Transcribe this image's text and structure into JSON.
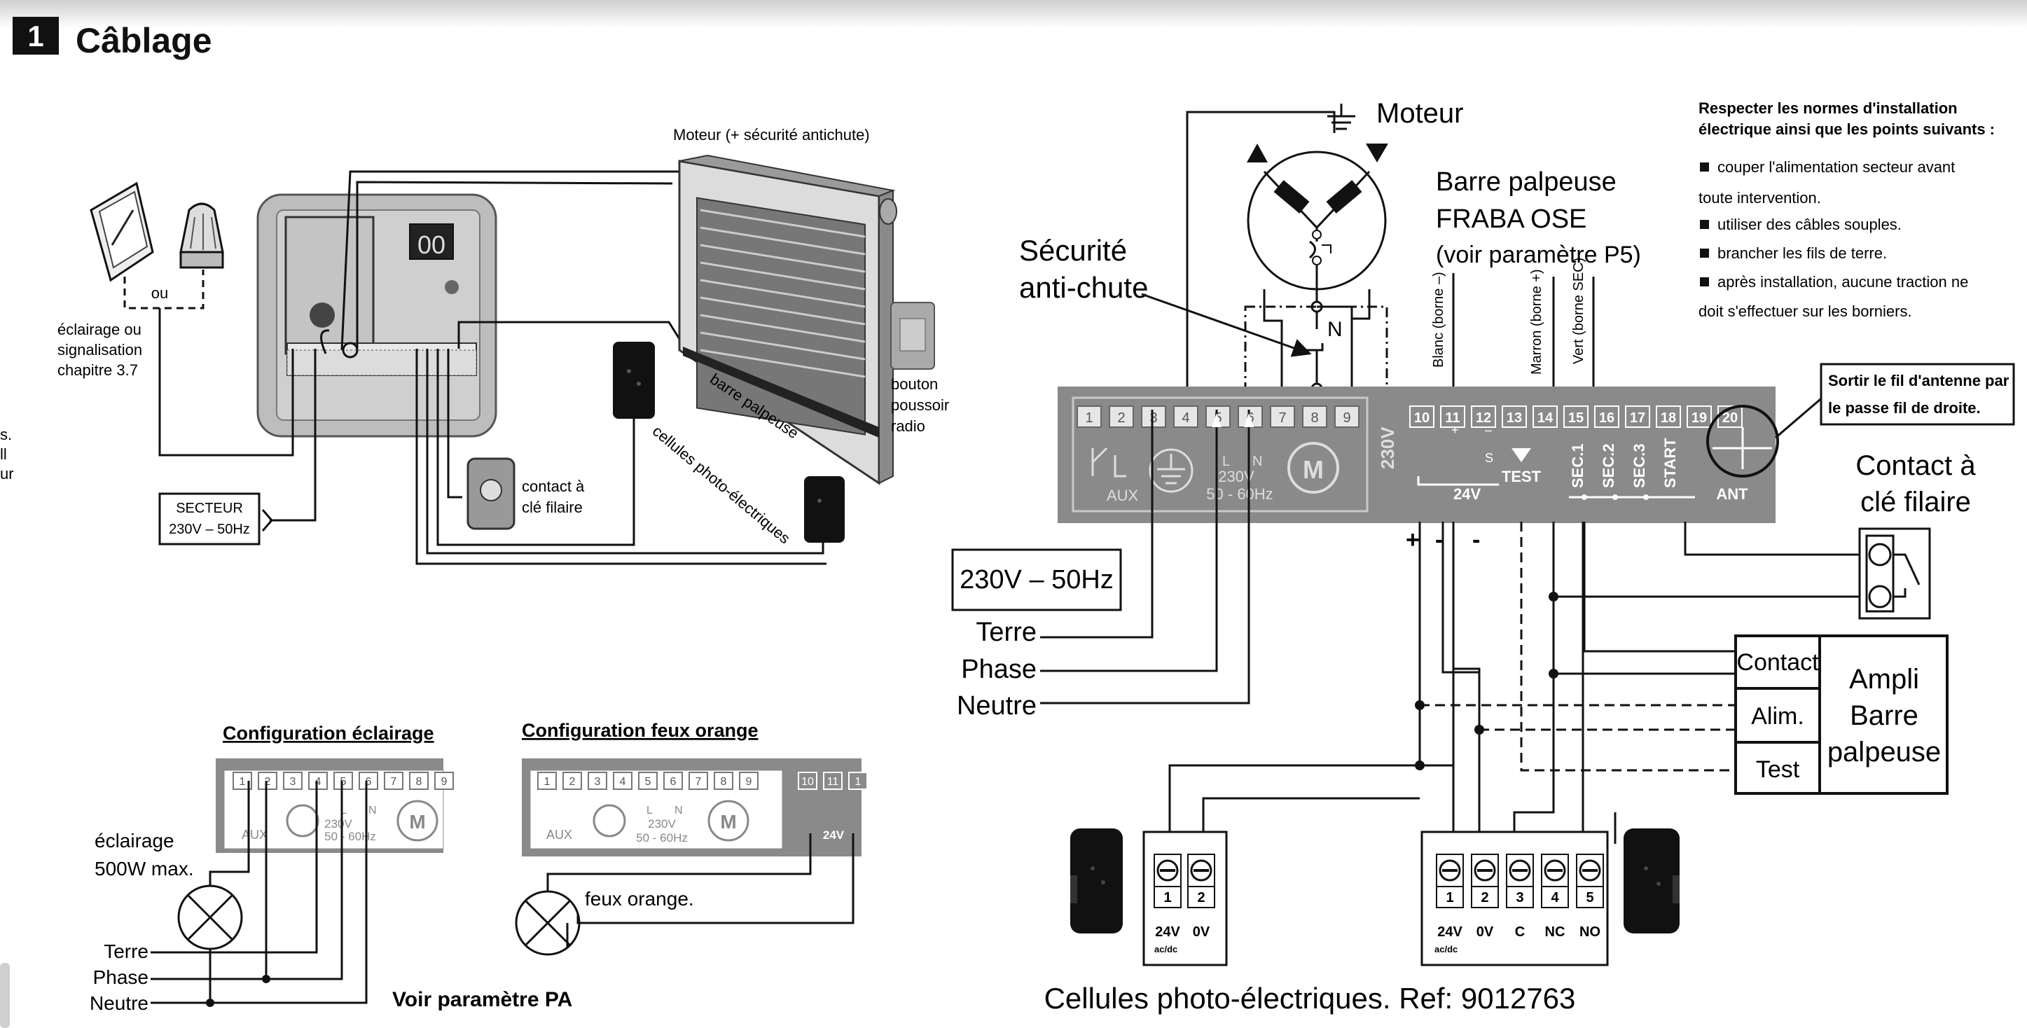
{
  "header": {
    "section_number": "1",
    "title": "Câblage"
  },
  "left_diagram": {
    "motor_label": "Moteur (+ sécurité antichute)",
    "or_label": "ou",
    "lighting_label": [
      "éclairage ou",
      "signalisation",
      "chapitre 3.7"
    ],
    "mains_label": [
      "SECTEUR",
      "230V – 50Hz"
    ],
    "key_contact_label": [
      "contact à",
      "clé filaire"
    ],
    "edge_label": "barre palpeuse",
    "cells_label": "cellules photo-électriques",
    "radio_button_label": [
      "bouton",
      "poussoir",
      "radio"
    ],
    "display_digits": "00",
    "cut_text": [
      "s.",
      "ll",
      "ur"
    ]
  },
  "config_lighting": {
    "title": "Configuration éclairage",
    "terminals": [
      "1",
      "2",
      "3",
      "4",
      "5",
      "6",
      "7",
      "8",
      "9"
    ],
    "aux_label": "AUX",
    "voltage_label": "230V",
    "freq_label": "50 - 60Hz",
    "ln_labels": [
      "L",
      "N"
    ],
    "motor_symbol": "M",
    "lamp_label": [
      "éclairage",
      "500W max."
    ],
    "wire_labels": [
      "Terre",
      "Phase",
      "Neutre"
    ]
  },
  "config_orange": {
    "title": "Configuration feux orange",
    "terminals": [
      "1",
      "2",
      "3",
      "4",
      "5",
      "6",
      "7",
      "8",
      "9"
    ],
    "extra_terminals": [
      "10",
      "11",
      "1"
    ],
    "aux_label": "AUX",
    "voltage_label": "230V",
    "freq_label": "50 - 60Hz",
    "ln_labels": [
      "L",
      "N"
    ],
    "motor_symbol": "M",
    "side_voltage": "230V",
    "v24_label": "24V",
    "lamp_label": "feux orange.",
    "footer": "Voir paramètre PA"
  },
  "main_diagram": {
    "motor_title": "Moteur",
    "safety_label": [
      "Sécurité",
      "anti-chute"
    ],
    "edge_title": [
      "Barre palpeuse",
      "FRABA OSE",
      "(voir paramètre P5)"
    ],
    "n_label": "N",
    "wire_colors": [
      "Blanc (borne –)",
      "Marron (borne +)",
      "Vert (borne SEC)"
    ],
    "terminals": [
      "1",
      "2",
      "3",
      "4",
      "5",
      "6",
      "7",
      "8",
      "9",
      "10",
      "11",
      "12",
      "13",
      "14",
      "15",
      "16",
      "17",
      "18",
      "19",
      "20"
    ],
    "aux_label": "AUX",
    "voltage_label": "230V",
    "freq_label": "50 - 60Hz",
    "ln_labels": [
      "L",
      "N"
    ],
    "motor_symbol": "M",
    "side_voltage": "230V",
    "v24_label": "24V",
    "test_label": "TEST",
    "sec_labels": [
      "SEC.1",
      "SEC.2",
      "SEC.3",
      "START"
    ],
    "ant_label": "ANT",
    "sign_labels": [
      "+",
      "–",
      "S"
    ],
    "polarity_marks": [
      "+",
      "-",
      "-"
    ],
    "mains_box": "230V – 50Hz",
    "wire_labels": [
      "Terre",
      "Phase",
      "Neutre"
    ],
    "antenna_note": [
      "Sortir le fil d'antenne par",
      "le passe fil de droite."
    ],
    "key_contact_title": [
      "Contact à",
      "clé filaire"
    ],
    "ampli_rows": [
      "Contact",
      "Alim.",
      "Test"
    ],
    "ampli_title": [
      "Ampli",
      "Barre",
      "palpeuse"
    ],
    "cell_block_1": {
      "numbers": [
        "1",
        "2"
      ],
      "labels": [
        "24V",
        "0V"
      ],
      "sub": "ac/dc"
    },
    "cell_block_2": {
      "numbers": [
        "1",
        "2",
        "3",
        "4",
        "5"
      ],
      "labels": [
        "24V",
        "0V",
        "C",
        "NC",
        "NO"
      ],
      "sub": "ac/dc"
    },
    "footer": "Cellules photo-électriques. Ref: 9012763"
  },
  "instructions": {
    "heading": [
      "Respecter les normes d'installation",
      "électrique ainsi que les points suivants :"
    ],
    "items": [
      [
        "couper l'alimentation secteur avant",
        "toute intervention."
      ],
      [
        "utiliser des câbles souples."
      ],
      [
        "brancher les fils de terre."
      ],
      [
        "après installation, aucune traction ne",
        "doit s'effectuer sur les borniers."
      ]
    ]
  }
}
